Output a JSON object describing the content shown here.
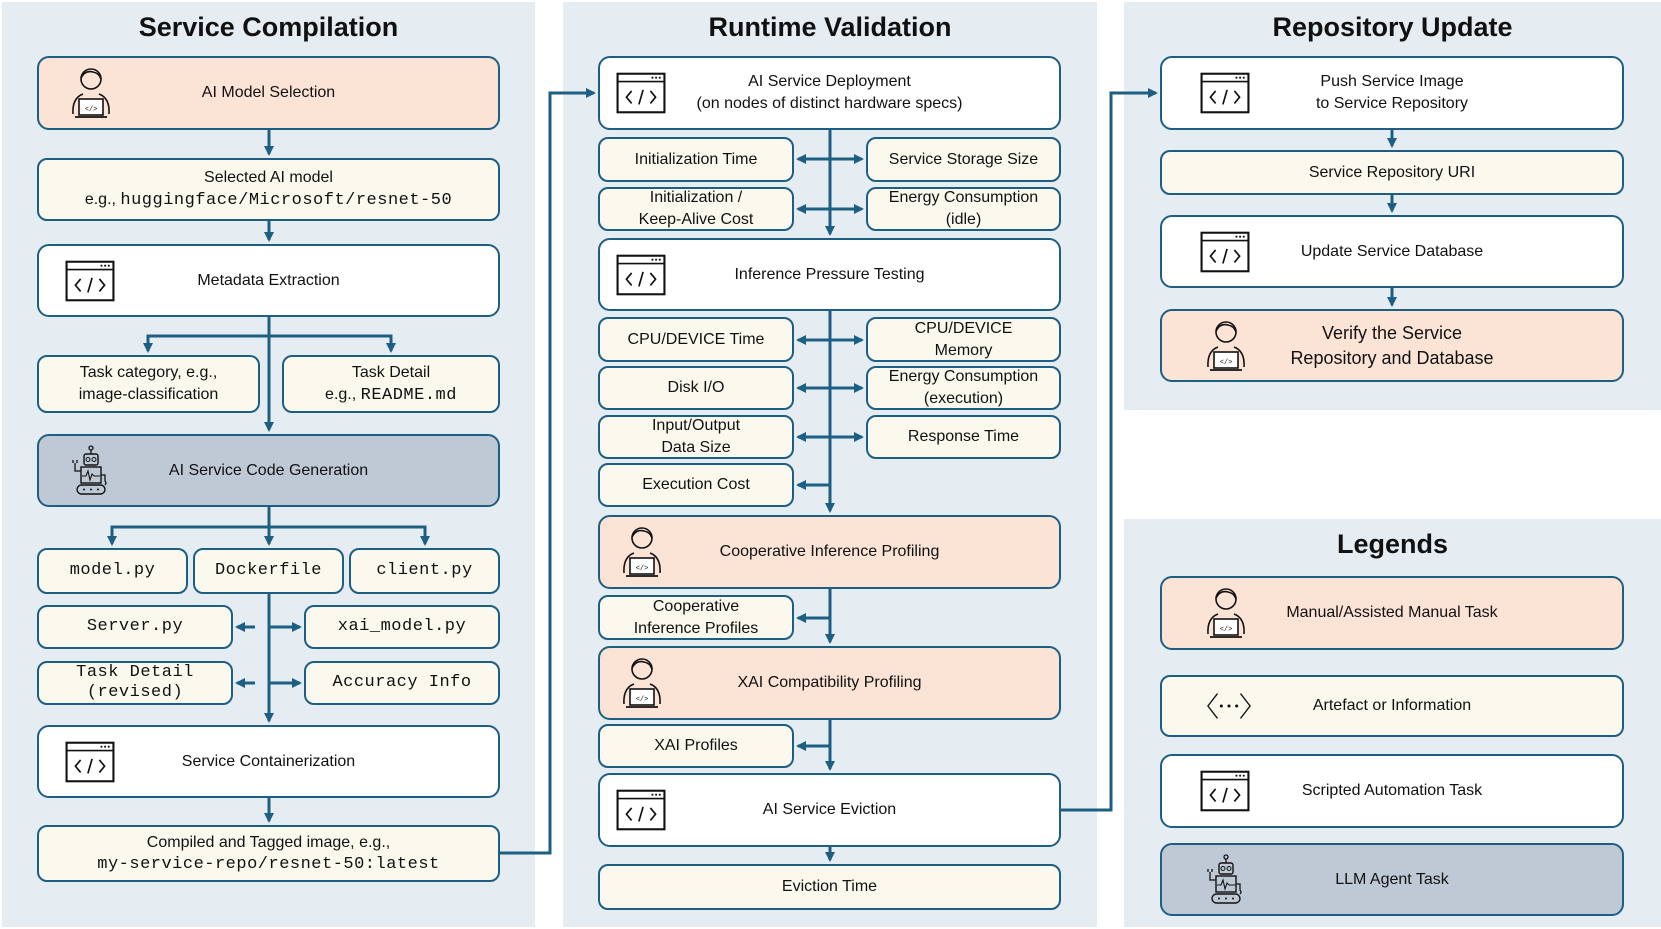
{
  "panels": {
    "compilation": {
      "title": "Service Compilation"
    },
    "validation": {
      "title": "Runtime Validation"
    },
    "repository": {
      "title": "Repository Update"
    },
    "legends": {
      "title": "Legends"
    }
  },
  "compilation": {
    "model_selection": "AI Model Selection",
    "selected_model": {
      "line1": "Selected AI model",
      "prefix": "e.g., ",
      "code": "huggingface/Microsoft/resnet-50"
    },
    "metadata": "Metadata Extraction",
    "task_category": {
      "line1": "Task category, e.g.,",
      "line2": "image-classification"
    },
    "task_detail": {
      "line1": "Task Detail",
      "prefix": "e.g., ",
      "code": "README.md"
    },
    "code_generation": "AI Service Code Generation",
    "files": {
      "model": "model.py",
      "dockerfile": "Dockerfile",
      "client": "client.py",
      "server": "Server.py",
      "xai_model": "xai_model.py",
      "task_detail_revised_1": "Task Detail",
      "task_detail_revised_2": "(revised)",
      "accuracy": "Accuracy Info"
    },
    "containerization": "Service Containerization",
    "compiled_image": {
      "line1": "Compiled and Tagged image, e.g.,",
      "code": "my-service-repo/resnet-50:latest"
    }
  },
  "validation": {
    "deployment": {
      "line1": "AI Service Deployment",
      "line2": "(on nodes of distinct hardware specs)"
    },
    "init_time": "Initialization Time",
    "storage_size": "Service Storage Size",
    "keepalive": {
      "line1": "Initialization /",
      "line2": "Keep-Alive Cost"
    },
    "energy_idle": {
      "line1": "Energy Consumption",
      "line2": "(idle)"
    },
    "pressure_testing": "Inference Pressure Testing",
    "cpu_time": "CPU/DEVICE Time",
    "cpu_memory": {
      "line1": "CPU/DEVICE",
      "line2": "Memory"
    },
    "disk_io": "Disk I/O",
    "energy_exec": {
      "line1": "Energy Consumption",
      "line2": "(execution)"
    },
    "io_size": {
      "line1": "Input/Output",
      "line2": "Data Size"
    },
    "response_time": "Response Time",
    "exec_cost": "Execution Cost",
    "coop_profiling": "Cooperative Inference Profiling",
    "coop_profiles": {
      "line1": "Cooperative",
      "line2": "Inference Profiles"
    },
    "xai_profiling": "XAI Compatibility Profiling",
    "xai_profiles": "XAI Profiles",
    "eviction": "AI Service Eviction",
    "eviction_time": "Eviction Time"
  },
  "repository": {
    "push": {
      "line1": "Push Service Image",
      "line2": "to Service Repository"
    },
    "uri": "Service Repository URI",
    "update_db": "Update Service Database",
    "verify": {
      "line1": "Verify the Service",
      "line2": "Repository and Database"
    }
  },
  "legends": {
    "manual": "Manual/Assisted Manual Task",
    "artefact": "Artefact or Information",
    "scripted": "Scripted Automation Task",
    "llm": "LLM Agent Task"
  },
  "icons": {
    "manual": "person-laptop-icon",
    "scripted": "code-window-icon",
    "llm": "robot-icon",
    "artefact": "code-dots-icon"
  },
  "colors": {
    "panel_bg": "#e6edf2",
    "border": "#1d5f82",
    "manual_fill": "#fbe3d6",
    "artefact_fill": "#fbf9ee",
    "scripted_fill": "#ffffff",
    "llm_fill": "#bfc9d6"
  }
}
